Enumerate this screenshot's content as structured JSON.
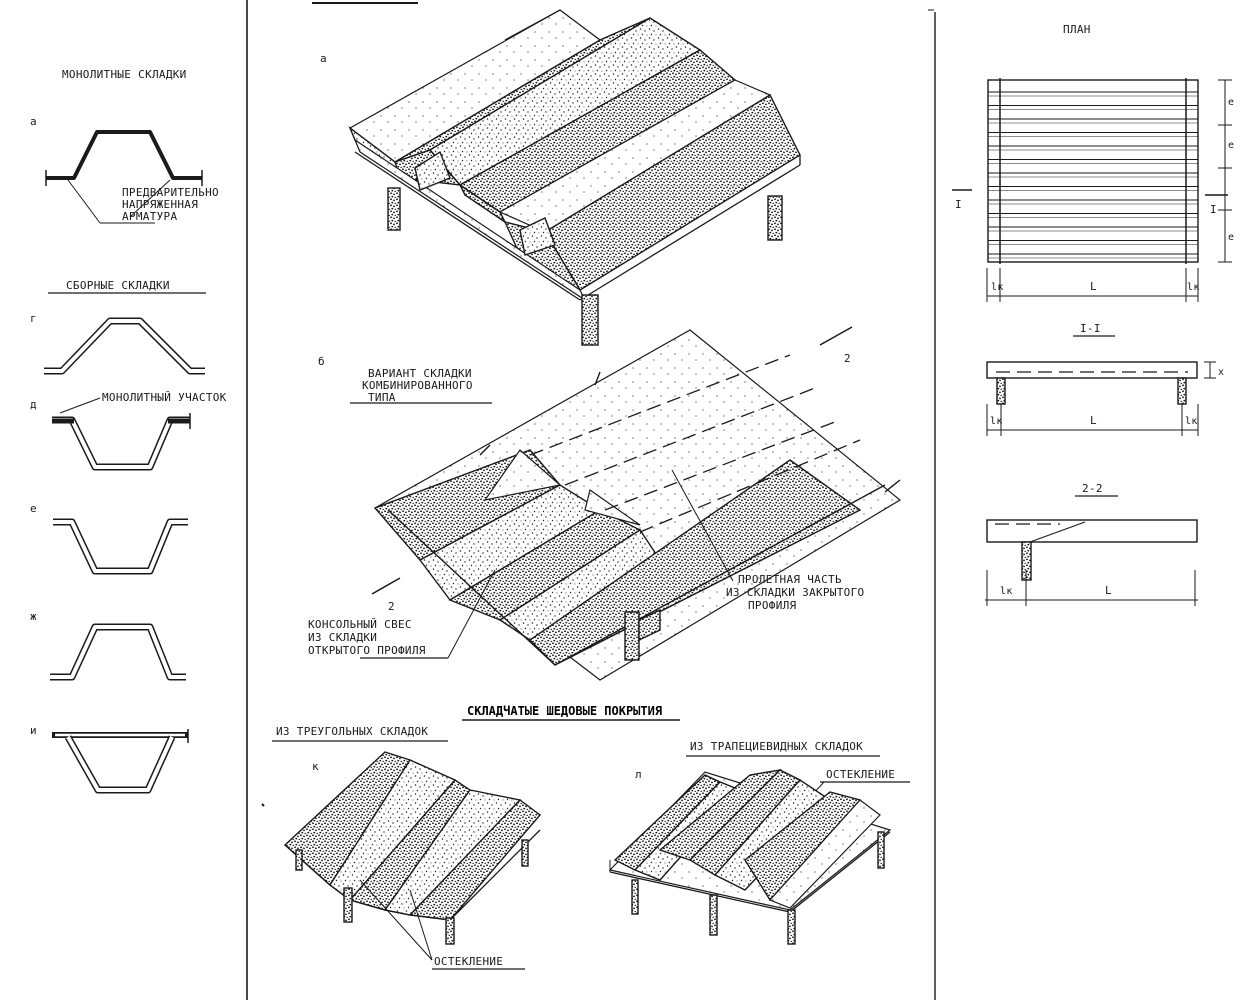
{
  "left_panel": {
    "title": "МОНОЛИТНЫЕ СКЛАДКИ",
    "letter_a": "а",
    "prestressed_label": [
      "ПРЕДВАРИТЕЛЬНО",
      "НАПРЯЖЕННАЯ",
      "АРМАТУРА"
    ],
    "prefab_title": "СБОРНЫЕ СКЛАДКИ",
    "letter_g": "г",
    "letter_d": "д",
    "monolithic_section_label": "МОНОЛИТНЫЙ УЧАСТОК",
    "letter_e": "е",
    "letter_zh": "ж",
    "letter_i": "и"
  },
  "center_panel": {
    "letter_a": "а",
    "letter_b": "б",
    "variant_label": [
      "ВАРИАНТ СКЛАДКИ",
      "КОМБИНИРОВАННОГО",
      "ТИПА"
    ],
    "cut_mark_top": "2",
    "cut_mark_bottom": "2",
    "span_label": [
      "ПРОЛЕТНАЯ ЧАСТЬ",
      "ИЗ СКЛАДКИ ЗАКРЫТОГО",
      "ПРОФИЛЯ"
    ],
    "cantilever_label": [
      "КОНСОЛЬНЫЙ СВЕС",
      "ИЗ СКЛАДКИ",
      "ОТКРЫТОГО ПРОФИЛЯ"
    ],
    "roof_title": "СКЛАДЧАТЫЕ ШЕДОВЫЕ ПОКРЫТИЯ",
    "triangular_title": "ИЗ ТРЕУГОЛЬНЫХ СКЛАДОК",
    "letter_k": "к",
    "trapezoidal_title": "ИЗ ТРАПЕЦИЕВИДНЫХ СКЛАДОК",
    "letter_l": "л",
    "glazing_label_right": "ОСТЕКЛЕНИЕ",
    "glazing_label_bottom": "ОСТЕКЛЕНИЕ"
  },
  "right_panel": {
    "plan_title": "ПЛАН",
    "section_mark": "I",
    "dim_l": "L",
    "dim_lk": "lк",
    "section_1_title": "I-I",
    "dim_x": "x",
    "section_2_title": "2-2",
    "dim_e": "e"
  }
}
